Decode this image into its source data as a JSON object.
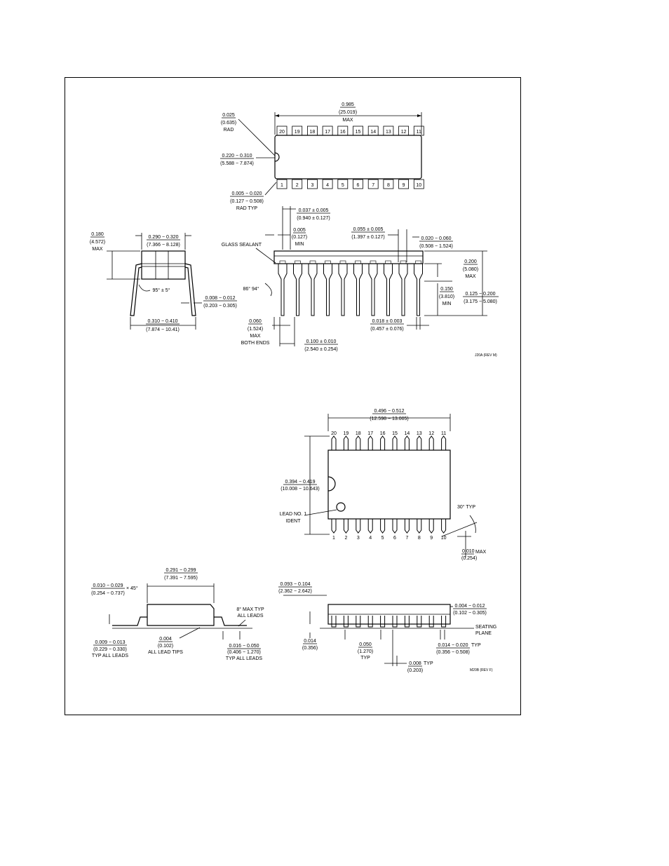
{
  "dip": {
    "top_pins": [
      "20",
      "19",
      "18",
      "17",
      "16",
      "15",
      "14",
      "13",
      "12",
      "11"
    ],
    "bottom_pins": [
      "1",
      "2",
      "3",
      "4",
      "5",
      "6",
      "7",
      "8",
      "9",
      "10"
    ],
    "dims": {
      "length_in": "0.985",
      "length_mm": "(25.019)",
      "length_note": "MAX",
      "rad_in": "0.025",
      "rad_mm": "(0.635)",
      "rad_note": "RAD",
      "width_in": "0.220 − 0.310",
      "width_mm": "(5.588 − 7.874)",
      "radtyp_in": "0.005 − 0.020",
      "radtyp_mm": "(0.127 − 0.508)",
      "radtyp_note": "RAD TYP",
      "pin_end_in": "0.037 ± 0.005",
      "pin_end_mm": "(0.940 ± 0.127)",
      "min_in": "0.005",
      "min_mm": "(0.127)",
      "min_note": "MIN",
      "glass": "GLASS SEALANT",
      "shoulder_in": "0.055 ± 0.005",
      "shoulder_mm": "(1.397 ± 0.127)",
      "lead_end_in": "0.020 − 0.060",
      "lead_end_mm": "(0.508 − 1.524)",
      "height_in": "0.200",
      "height_mm": "(5.080)",
      "height_note": "MAX",
      "seat_in": "0.150",
      "seat_mm": "(3.810)",
      "seat_note": "MIN",
      "lead_len_in": "0.125 − 0.200",
      "lead_len_mm": "(3.175 − 5.080)",
      "angle": "86°  94°",
      "both_in": "0.060",
      "both_mm": "(1.524)",
      "both_note1": "MAX",
      "both_note2": "BOTH ENDS",
      "lead_w_in": "0.018 ± 0.003",
      "lead_w_mm": "(0.457 ± 0.076)",
      "pitch_in": "0.100 ± 0.010",
      "pitch_mm": "(2.540 ± 0.254)",
      "side_h_in": "0.180",
      "side_h_mm": "(4.572)",
      "side_h_note": "MAX",
      "side_w_in": "0.290 − 0.320",
      "side_w_mm": "(7.366 − 8.128)",
      "side_angle": "95° ± 5°",
      "lead_t_in": "0.008 − 0.012",
      "lead_t_mm": "(0.203 − 0.305)",
      "span_in": "0.310 − 0.410",
      "span_mm": "(7.874 − 10.41)",
      "ref": "J20A (REV M)"
    }
  },
  "soic": {
    "top_pins": [
      "20",
      "19",
      "18",
      "17",
      "16",
      "15",
      "14",
      "13",
      "12",
      "11"
    ],
    "bottom_pins": [
      "1",
      "2",
      "3",
      "4",
      "5",
      "6",
      "7",
      "8",
      "9",
      "10"
    ],
    "dims": {
      "len_in": "0.496 − 0.512",
      "len_mm": "(12.598 − 13.005)",
      "w_in": "0.394 − 0.419",
      "w_mm": "(10.008 − 10.643)",
      "lead1": "LEAD NO. 1",
      "ident": "IDENT",
      "typ30": "30° TYP",
      "max_in": "0.010",
      "max_note": "MAX",
      "max_mm": "(0.254)",
      "body_in": "0.291 − 0.299",
      "body_mm": "(7.391 − 7.595)",
      "chamf_in": "0.010 − 0.029",
      "chamf_mm": "(0.254 − 0.737)",
      "chamf_note": "× 45°",
      "maxtyp1": "8° MAX TYP",
      "maxtyp2": "ALL LEADS",
      "thick_in": "0.009 − 0.013",
      "thick_mm": "(0.229 − 0.330)",
      "thick_note": "TYP ALL LEADS",
      "tips_in": "0.004",
      "tips_mm": "(0.102)",
      "tips_note": "ALL LEAD TIPS",
      "foot_in": "0.016 − 0.050",
      "foot_mm": "(0.406 − 1.270)",
      "foot_note": "TYP ALL LEADS",
      "height_in": "0.093 − 0.104",
      "height_mm": "(2.362 − 2.642)",
      "stand_in": "0.004 − 0.012",
      "stand_mm": "(0.102 − 0.305)",
      "seating1": "SEATING",
      "seating2": "PLANE",
      "h014_in": "0.014",
      "h014_mm": "(0.356)",
      "pitch_in": "0.050",
      "pitch_mm": "(1.270)",
      "pitch_note": "TYP",
      "lw_in": "0.014 − 0.020",
      "lw_note": "TYP",
      "lw_mm": "(0.356 − 0.508)",
      "lt_in": "0.008",
      "lt_note": "TYP",
      "lt_mm": "(0.203)",
      "ref": "M20B (REV F)"
    }
  }
}
